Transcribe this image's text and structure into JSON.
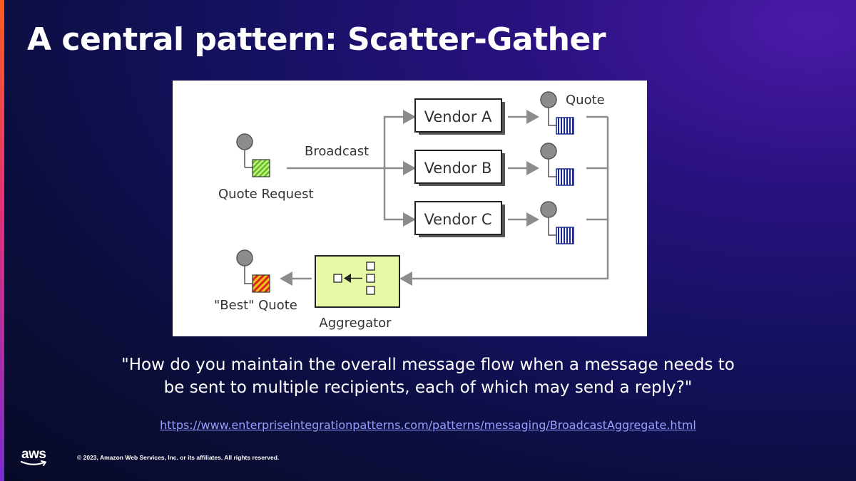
{
  "slide": {
    "title": "A central pattern: Scatter-Gather",
    "quote_line1": "\"How do you maintain the overall message flow when a message needs to",
    "quote_line2": "be sent to multiple recipients, each of which may send a reply?\"",
    "link": "https://www.enterpriseintegrationpatterns.com/patterns/messaging/BroadcastAggregate.html"
  },
  "diagram": {
    "broadcast_label": "Broadcast",
    "quote_request_label": "Quote Request",
    "vendors": [
      "Vendor A",
      "Vendor B",
      "Vendor C"
    ],
    "quote_label": "Quote",
    "best_quote_label": "\"Best\" Quote",
    "aggregator_label": "Aggregator",
    "colors": {
      "request_message": "#7ed321",
      "best_quote_message": "#e0301e",
      "channel_stripes": "#1a2a8a",
      "aggregator_fill": "#e6f9a6"
    }
  },
  "footer": {
    "logo_text": "aws",
    "copyright": "© 2023, Amazon Web Services, Inc. or its affiliates. All rights reserved."
  }
}
